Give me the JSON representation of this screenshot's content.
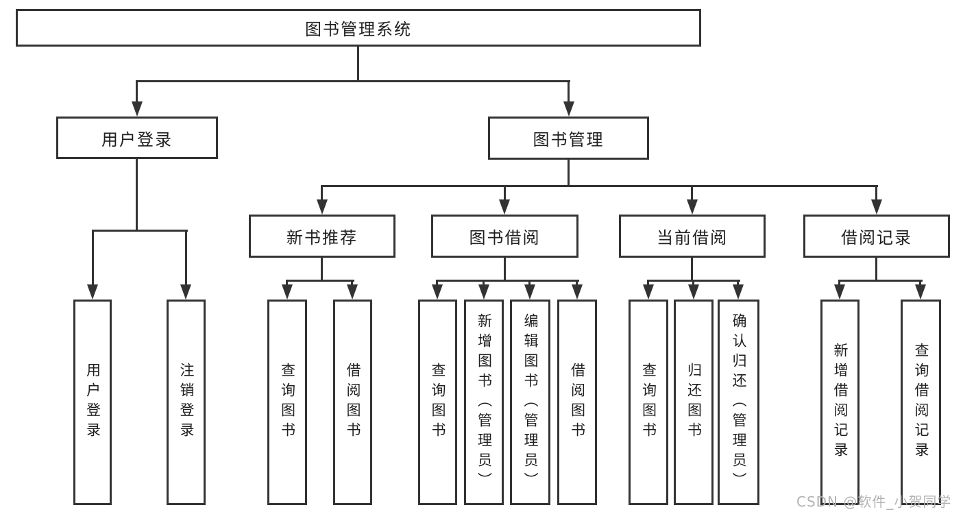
{
  "diagram_type": "tree",
  "tree": {
    "label": "图书管理系统",
    "children": [
      {
        "label": "用户登录",
        "children": [
          {
            "label": "用户登录"
          },
          {
            "label": "注销登录"
          }
        ]
      },
      {
        "label": "图书管理",
        "children": [
          {
            "label": "新书推荐",
            "children": [
              {
                "label": "查询图书"
              },
              {
                "label": "借阅图书"
              }
            ]
          },
          {
            "label": "图书借阅",
            "children": [
              {
                "label": "查询图书"
              },
              {
                "label": "新增图书（管理员）"
              },
              {
                "label": "编辑图书（管理员）"
              },
              {
                "label": "借阅图书"
              }
            ]
          },
          {
            "label": "当前借阅",
            "children": [
              {
                "label": "查询图书"
              },
              {
                "label": "归还图书"
              },
              {
                "label": "确认归还（管理员）"
              }
            ]
          },
          {
            "label": "借阅记录",
            "children": [
              {
                "label": "新增借阅记录"
              },
              {
                "label": "查询借阅记录"
              }
            ]
          }
        ]
      }
    ]
  },
  "watermark": {
    "text": "CSDN @软件_小贺同学"
  },
  "colors": {
    "line": "#333333",
    "text": "#1f1f1f",
    "watermark": "#b3b3b3",
    "background": "#ffffff"
  }
}
